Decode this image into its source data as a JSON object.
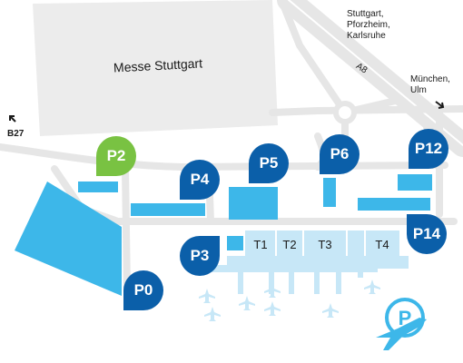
{
  "map": {
    "venue_label": "Messe Stuttgart",
    "route_northwest": [
      "Stuttgart,",
      "Pforzheim,",
      "Karlsruhe"
    ],
    "route_east": [
      "München,",
      "Ulm"
    ],
    "motorway_label": "A8",
    "road_west_label": "B27",
    "terminals": [
      {
        "id": "T1",
        "label": "T1"
      },
      {
        "id": "T2",
        "label": "T2"
      },
      {
        "id": "T3",
        "label": "T3"
      },
      {
        "id": "T4",
        "label": "T4"
      }
    ],
    "parking": [
      {
        "id": "P0",
        "label": "P0",
        "color": "#0b5fa9"
      },
      {
        "id": "P2",
        "label": "P2",
        "color": "#79c242"
      },
      {
        "id": "P3",
        "label": "P3",
        "color": "#0b5fa9"
      },
      {
        "id": "P4",
        "label": "P4",
        "color": "#0b5fa9"
      },
      {
        "id": "P5",
        "label": "P5",
        "color": "#0b5fa9"
      },
      {
        "id": "P6",
        "label": "P6",
        "color": "#0b5fa9"
      },
      {
        "id": "P12",
        "label": "P12",
        "color": "#0b5fa9"
      },
      {
        "id": "P14",
        "label": "P14",
        "color": "#0b5fa9"
      }
    ],
    "colors": {
      "road": "#e6e6e6",
      "venue_area": "#ececec",
      "parking_area": "#3db7e9",
      "terminal_area": "#c7e7f7",
      "pin_default": "#0b5fa9",
      "pin_highlight": "#79c242"
    },
    "icons": [
      "airplane-icon",
      "parking-logo-icon",
      "arrow-northwest-icon",
      "arrow-southeast-icon"
    ]
  }
}
